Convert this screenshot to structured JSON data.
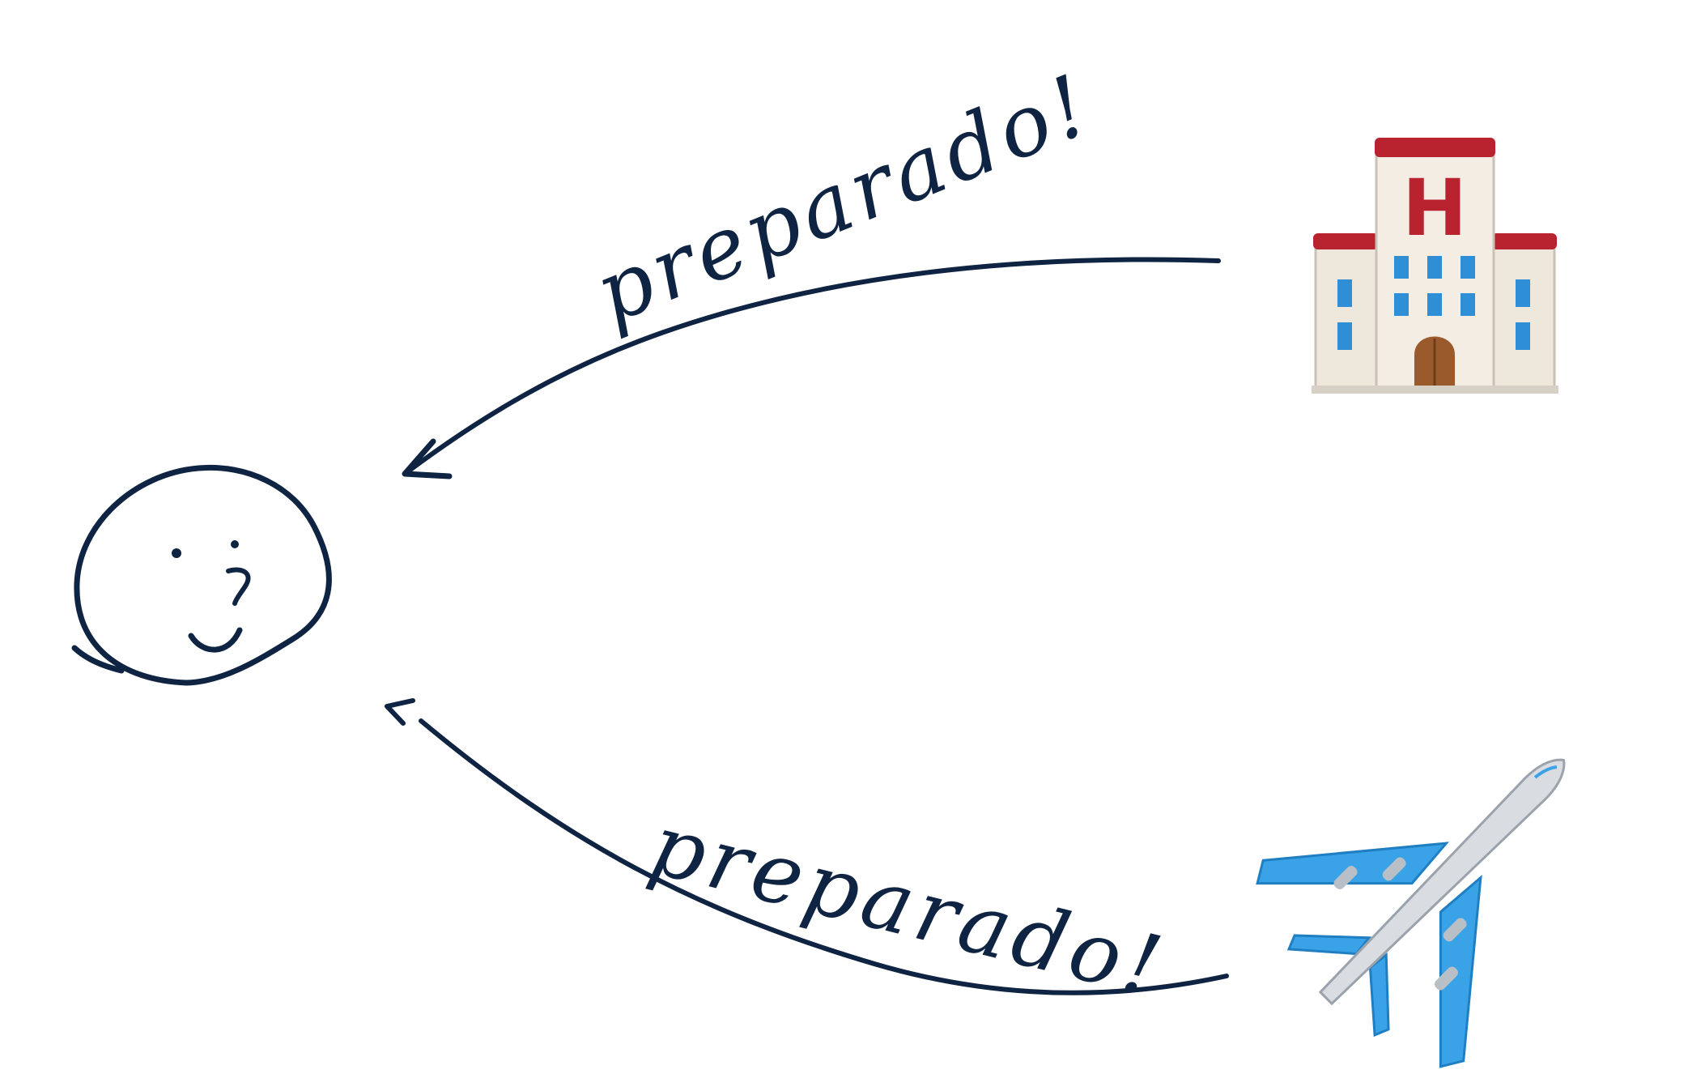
{
  "diagram": {
    "nodes": [
      {
        "id": "person",
        "kind": "hand-drawn smiley face"
      },
      {
        "id": "hotel",
        "kind": "icon",
        "icon": "hotel-icon"
      },
      {
        "id": "airplane",
        "kind": "icon",
        "icon": "airplane-icon"
      }
    ],
    "edges": [
      {
        "from": "hotel",
        "to": "person",
        "label": "preparado!"
      },
      {
        "from": "airplane",
        "to": "person",
        "label": "preparado!"
      }
    ]
  },
  "colors": {
    "ink": "#0f2342",
    "background": "#ffffff",
    "hotel_roof": "#b8232f",
    "hotel_wall": "#eee7dc",
    "hotel_window": "#2f8fd6",
    "hotel_door": "#9a5a2b",
    "plane_body": "#d9dde2",
    "plane_wing": "#3aa2e6"
  }
}
